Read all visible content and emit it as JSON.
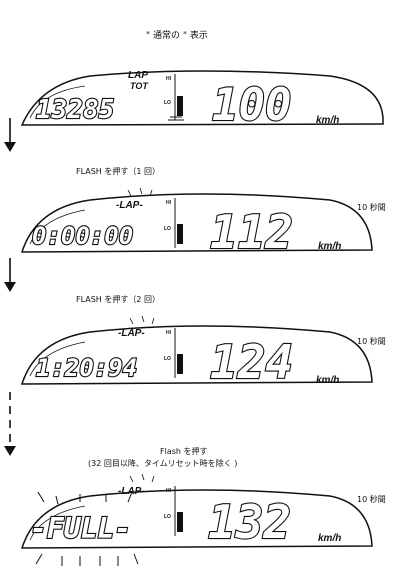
{
  "title": "\" 通常の \" 表示",
  "steps": [
    {
      "caption": "",
      "duration": "",
      "left": "13285",
      "value": "100",
      "unit": "km/h",
      "lap": "LAP",
      "tot": "TOT"
    },
    {
      "caption": "FLASH を押す（1 回）",
      "duration": "10 秒間",
      "left": "0:00:00",
      "value": "112",
      "unit": "km/h",
      "lap": "-LAP-"
    },
    {
      "caption": "FLASH を押す（2 回）",
      "duration": "10 秒間",
      "left": "1:20:94",
      "value": "124",
      "unit": "km/h",
      "lap": "-LAP-"
    },
    {
      "caption": "Flash を押す",
      "caption2": "(32 回目以降、タイムリセット時を除く )",
      "duration": "10 秒間",
      "left": "-FULL-",
      "value": "132",
      "unit": "km/h",
      "lap": "-LAP-"
    }
  ],
  "gauge": {
    "hi": "HI",
    "lo": "LO"
  }
}
